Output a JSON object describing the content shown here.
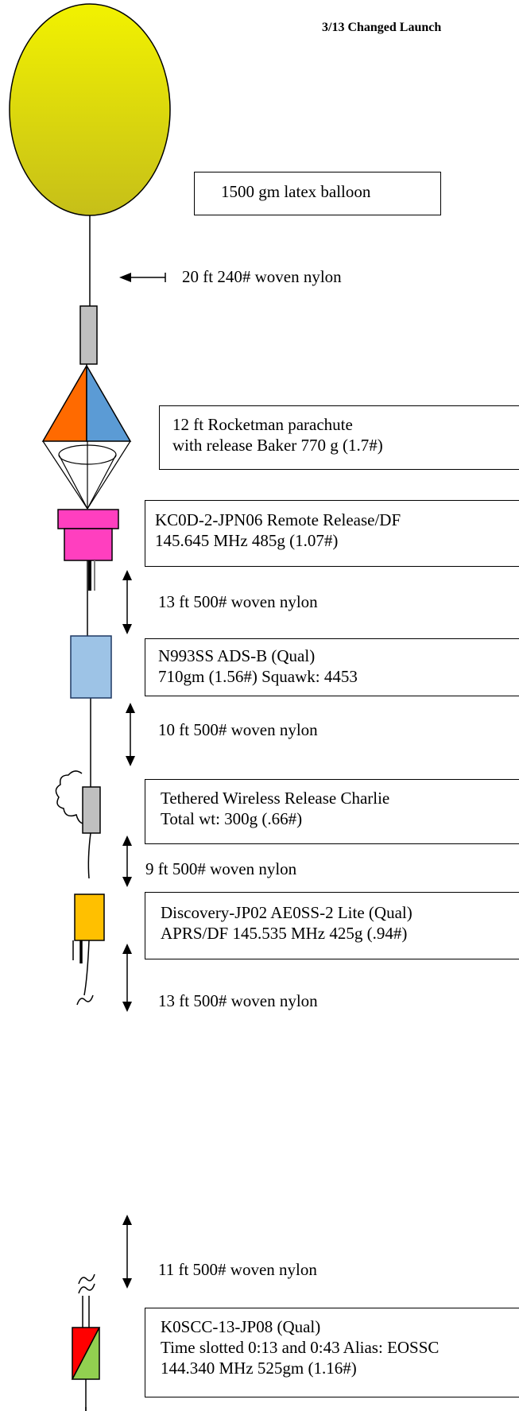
{
  "header": "3/13 Changed Launch",
  "balloon": {
    "label": "1500 gm latex balloon",
    "fill_top": "#f2f200",
    "fill_bottom": "#c6bf19"
  },
  "lines": [
    {
      "label": "20 ft 240# woven nylon"
    },
    {
      "label": "13 ft 500# woven nylon"
    },
    {
      "label": "10 ft 500# woven nylon"
    },
    {
      "label": "9 ft 500# woven nylon"
    },
    {
      "label": "13 ft 500# woven nylon"
    },
    {
      "label": "11 ft 500# woven nylon"
    }
  ],
  "payloads": [
    {
      "line1": "12 ft Rocketman parachute",
      "line2": "with release Baker 770 g (1.7#)",
      "colors": [
        "#ff6a00",
        "#5b9bd5"
      ]
    },
    {
      "line1": "KC0D-2-JPN06 Remote Release/DF",
      "line2": "145.645 MHz 485g (1.07#)",
      "color": "#ff3fbf"
    },
    {
      "line1": "N993SS ADS-B (Qual)",
      "line2": "710gm (1.56#) Squawk: 4453",
      "color": "#9dc3e6"
    },
    {
      "line1": "Tethered Wireless Release Charlie",
      "line2": "Total wt: 300g (.66#)",
      "color": "#bfbfbf"
    },
    {
      "line1": "Discovery-JP02 AE0SS-2 Lite (Qual)",
      "line2": "APRS/DF 145.535 MHz 425g (.94#)",
      "color": "#ffc000"
    },
    {
      "line1": "K0SCC-13-JP08 (Qual)",
      "line2": "Time slotted 0:13 and 0:43 Alias: EOSSC",
      "line3": "144.340 MHz 525gm (1.16#)",
      "colors": [
        "#ff0000",
        "#92d050"
      ]
    }
  ]
}
